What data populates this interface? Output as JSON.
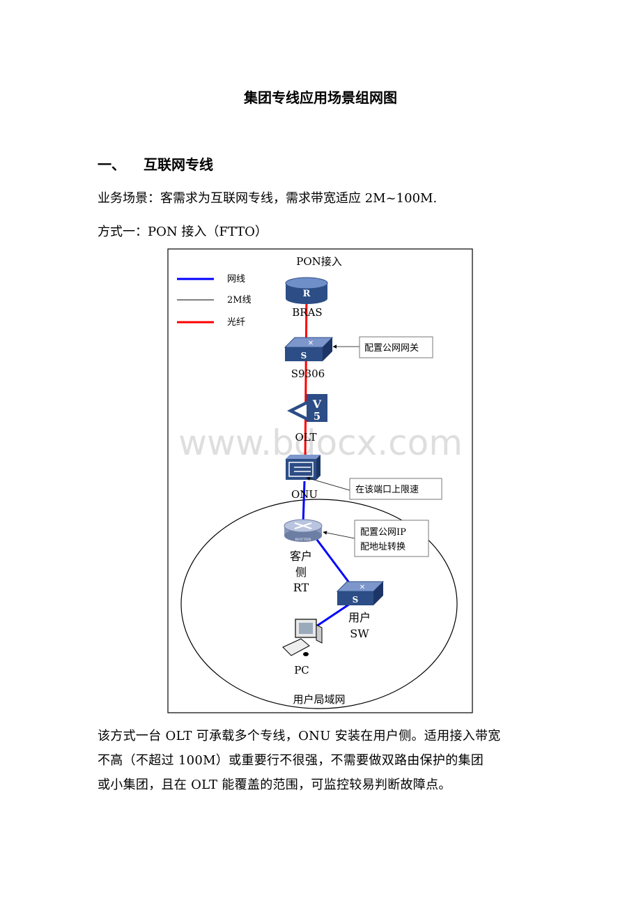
{
  "doc": {
    "title": "集团专线应用场景组网图",
    "section_number": "一、",
    "section_title": "互联网专线",
    "scenario": "业务场景：客需求为互联网专线，需求带宽适应 2M~100M.",
    "method": "方式一：PON 接入（FTTO）",
    "body_lines": [
      "该方式一台 OLT 可承载多个专线，ONU 安装在用户侧。适用接入带宽",
      "不高（不超过 100M）或重要行不很强，不需要做双路由保护的集团",
      "或小集团，且在 OLT 能覆盖的范围，可监控较易判断故障点。"
    ]
  },
  "diagram": {
    "title": "PON接入",
    "legend": [
      {
        "label": "网线",
        "color": "#0000ff"
      },
      {
        "label": "2M线",
        "color": "#000000"
      },
      {
        "label": "光纤",
        "color": "#ff0000"
      }
    ],
    "nodes": {
      "bras": "BRAS",
      "s9306": "S9306",
      "olt": "OLT",
      "onu": "ONU",
      "rt_line1": "客户",
      "rt_line2": "侧",
      "rt_line3": "RT",
      "sw_line1": "用户",
      "sw_line2": "SW",
      "pc": "PC",
      "lan": "用户局域网"
    },
    "icon_glyphs": {
      "router_letter": "R",
      "switch_letter": "S",
      "olt_letter": "V",
      "olt_digit": "5",
      "customer_router_tag": "ROUTER"
    },
    "callouts": {
      "gateway": "配置公网网关",
      "rate_limit": "在该端口上限速",
      "nat_line1": "配置公网IP",
      "nat_line2": "配地址转换"
    }
  },
  "watermark": "www.bdocx.com",
  "colors": {
    "lan_cable": "#0000ff",
    "fiber": "#ff0000",
    "device_blue": "#3a5b9a"
  }
}
